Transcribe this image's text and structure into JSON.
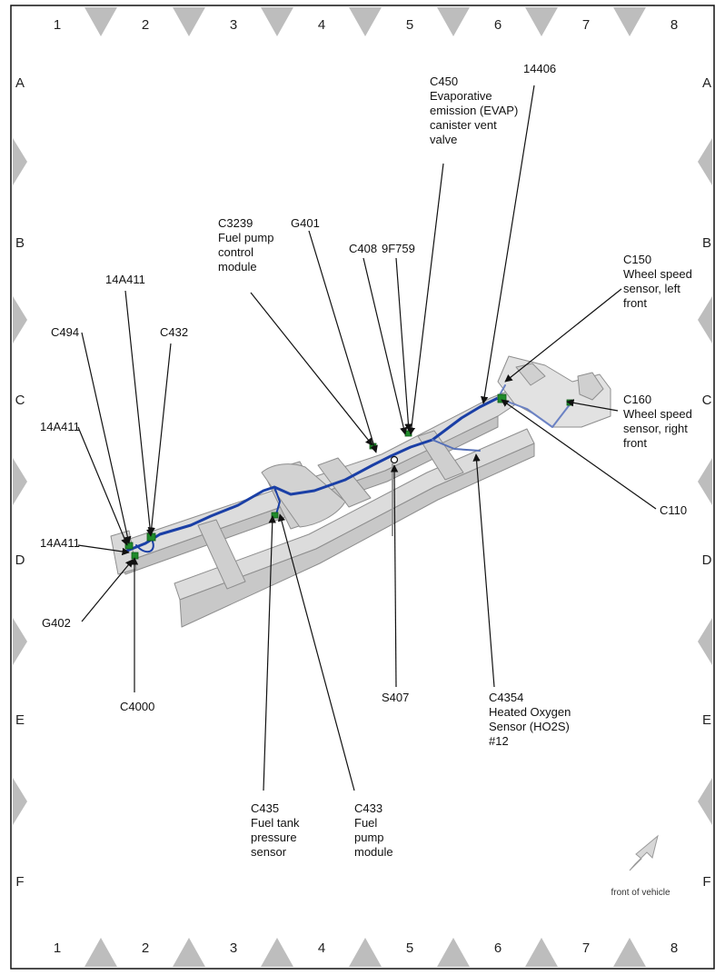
{
  "grid": {
    "columns": [
      "1",
      "2",
      "3",
      "4",
      "5",
      "6",
      "7",
      "8"
    ],
    "rows": [
      "A",
      "B",
      "C",
      "D",
      "E",
      "F"
    ]
  },
  "labels": {
    "c450": [
      "C450",
      "Evaporative",
      "emission (EVAP)",
      "canister vent",
      "valve"
    ],
    "l14406": [
      "14406"
    ],
    "c3239": [
      "C3239",
      "Fuel pump",
      "control",
      "module"
    ],
    "g401": [
      "G401"
    ],
    "c408": [
      "C408"
    ],
    "f9f759": [
      "9F759"
    ],
    "c150": [
      "C150",
      "Wheel speed",
      "sensor, left",
      "front"
    ],
    "a14a411_top": [
      "14A411"
    ],
    "c494": [
      "C494"
    ],
    "c432": [
      "C432"
    ],
    "a14a411_mid": [
      "14A411"
    ],
    "c160": [
      "C160",
      "Wheel speed",
      "sensor, right",
      "front"
    ],
    "c110": [
      "C110"
    ],
    "a14a411_low": [
      "14A411"
    ],
    "g402": [
      "G402"
    ],
    "c4000": [
      "C4000"
    ],
    "s407": [
      "S407"
    ],
    "c4354": [
      "C4354",
      "Heated Oxygen",
      "Sensor (HO2S)",
      "#12"
    ],
    "c435": [
      "C435",
      "Fuel tank",
      "pressure",
      "sensor"
    ],
    "c433": [
      "C433",
      "Fuel",
      "pump",
      "module"
    ]
  },
  "orientation_note": "front of vehicle",
  "colors": {
    "harness": "#1a3fa6",
    "connector": "#1f8a2a",
    "frame": "#d6d6d6",
    "frame_edge": "#9a9a9a",
    "border_marker": "#bdbdbd"
  }
}
